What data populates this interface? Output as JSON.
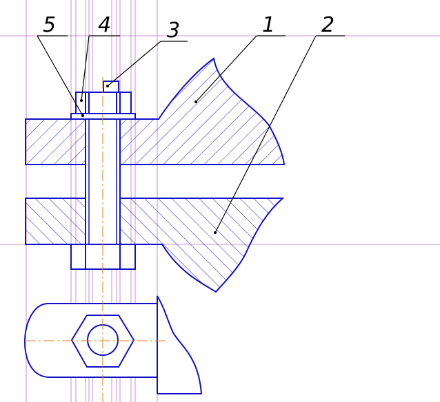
{
  "drawing": {
    "colors": {
      "part_outline": "#1010c8",
      "construction_lines": "#c06cd0",
      "axis_lines": "#e08020",
      "leader_lines": "#000000",
      "background": "#ffffff"
    },
    "callouts": [
      {
        "id": "part-1",
        "label": "1"
      },
      {
        "id": "part-2",
        "label": "2"
      },
      {
        "id": "part-3",
        "label": "3"
      },
      {
        "id": "part-4",
        "label": "4"
      },
      {
        "id": "part-5",
        "label": "5"
      }
    ]
  }
}
